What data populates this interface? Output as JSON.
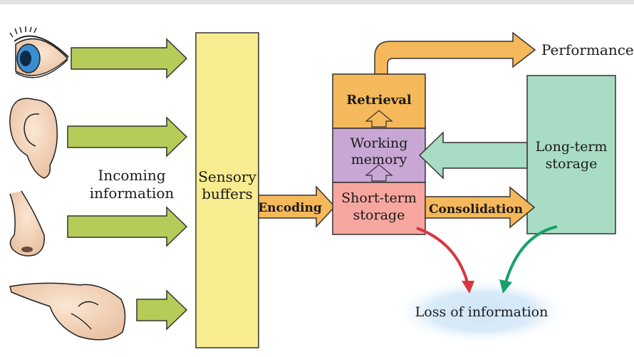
{
  "incoming_label": [
    "Incoming",
    "information"
  ],
  "sensory_buffers": [
    "Sensory",
    "buffers"
  ],
  "encoding": "Encoding",
  "short_term": [
    "Short-term",
    "storage"
  ],
  "working_memory": [
    "Working",
    "memory"
  ],
  "retrieval": "Retrieval",
  "performance": "Performance",
  "consolidation": "Consolidation",
  "long_term": [
    "Long-term",
    "storage"
  ],
  "loss": "Loss of information",
  "senses": [
    "eye-icon",
    "ear-icon",
    "nose-icon",
    "finger-icon"
  ],
  "colors": {
    "green_arrow": "#b5cc58",
    "sensory": "#f7ec8f",
    "orange": "#f5b85a",
    "short_term": "#f7a6a0",
    "working": "#c9a7d4",
    "long_term": "#a9dcc5",
    "red_arrow": "#d9363e",
    "green_curve": "#17a16a",
    "cloud": "#cfe5f7"
  }
}
